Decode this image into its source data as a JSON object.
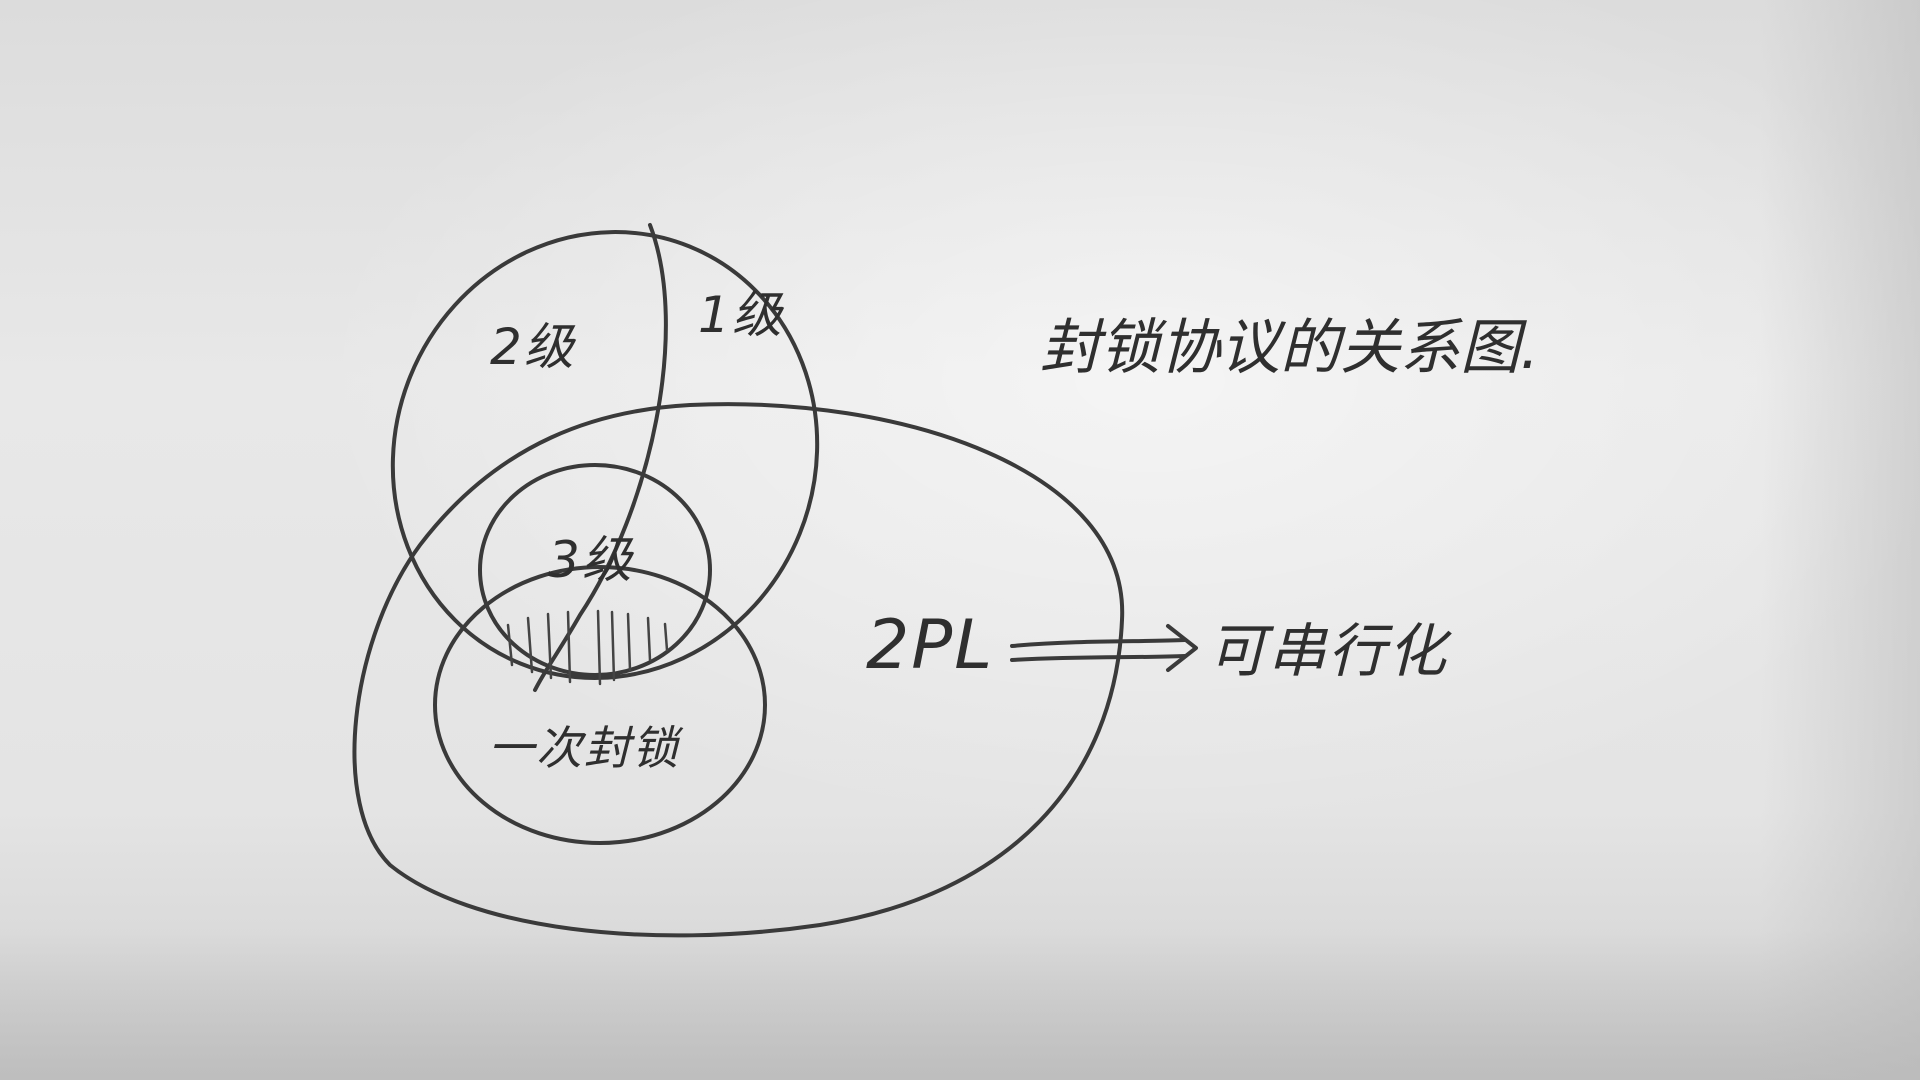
{
  "diagram": {
    "title": "封锁协议的关系图.",
    "labels": {
      "level2": "2级",
      "level1": "1级",
      "level3": "3级",
      "one_time_lock": "一次封锁",
      "two_pl": "2PL",
      "serializable": "可串行化"
    },
    "colors": {
      "ink": "#3a3a3a",
      "paper": "#e6e6e6"
    }
  }
}
